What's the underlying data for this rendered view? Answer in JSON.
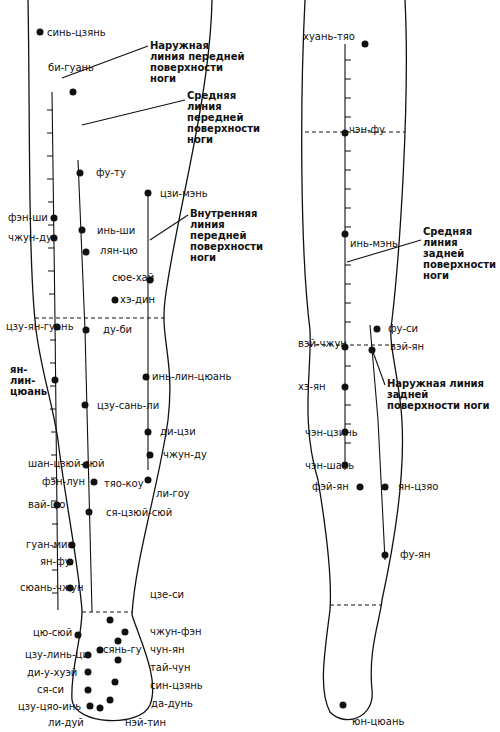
{
  "diagram": {
    "labels": [
      "синь-цзянь",
      "Наружная линия передней поверхности ноги",
      "би-гуань",
      "Средняя линия передней поверхности ноги",
      "фу-ту",
      "цзи-мэнь",
      "Внутренняя линия передней поверхности ноги",
      "фэн-ши",
      "инь-ши",
      "чжун-ду",
      "лян-цю",
      "сюе-хай",
      "хэ-дин",
      "цзу-ян-гуань",
      "ду-би",
      "ян-лин-цюань",
      "инь-лин-цюань",
      "цзу-сань-ли",
      "ди-цзи",
      "чжун-ду",
      "шан-цзюй-сюй",
      "фэн-лун",
      "тяо-коу",
      "ли-гоу",
      "вай-цю",
      "ся-цзюй-сюй",
      "гуан-мин",
      "ян-фу",
      "сюань-чжун",
      "цзе-си",
      "цю-сюй",
      "чжун-фэн",
      "цзу-линь-ци",
      "сянь-гу",
      "чун-ян",
      "ди-у-хуэй",
      "тай-чун",
      "ся-си",
      "син-цзянь",
      "цзу-цяо-инь",
      "да-дунь",
      "ли-дуй",
      "нэй-тин",
      "хуань-тяо",
      "чэн-фу",
      "инь-мэнь",
      "Средняя линия задней поверхности ноги",
      "фу-си",
      "вэй-чжун",
      "вэй-ян",
      "Наружная линия задней поверхности ноги",
      "хэ-ян",
      "чэн-цзинь",
      "чэн-шань",
      "фэй-ян",
      "ян-цзяо",
      "фу-ян",
      "юн-цюань"
    ]
  }
}
